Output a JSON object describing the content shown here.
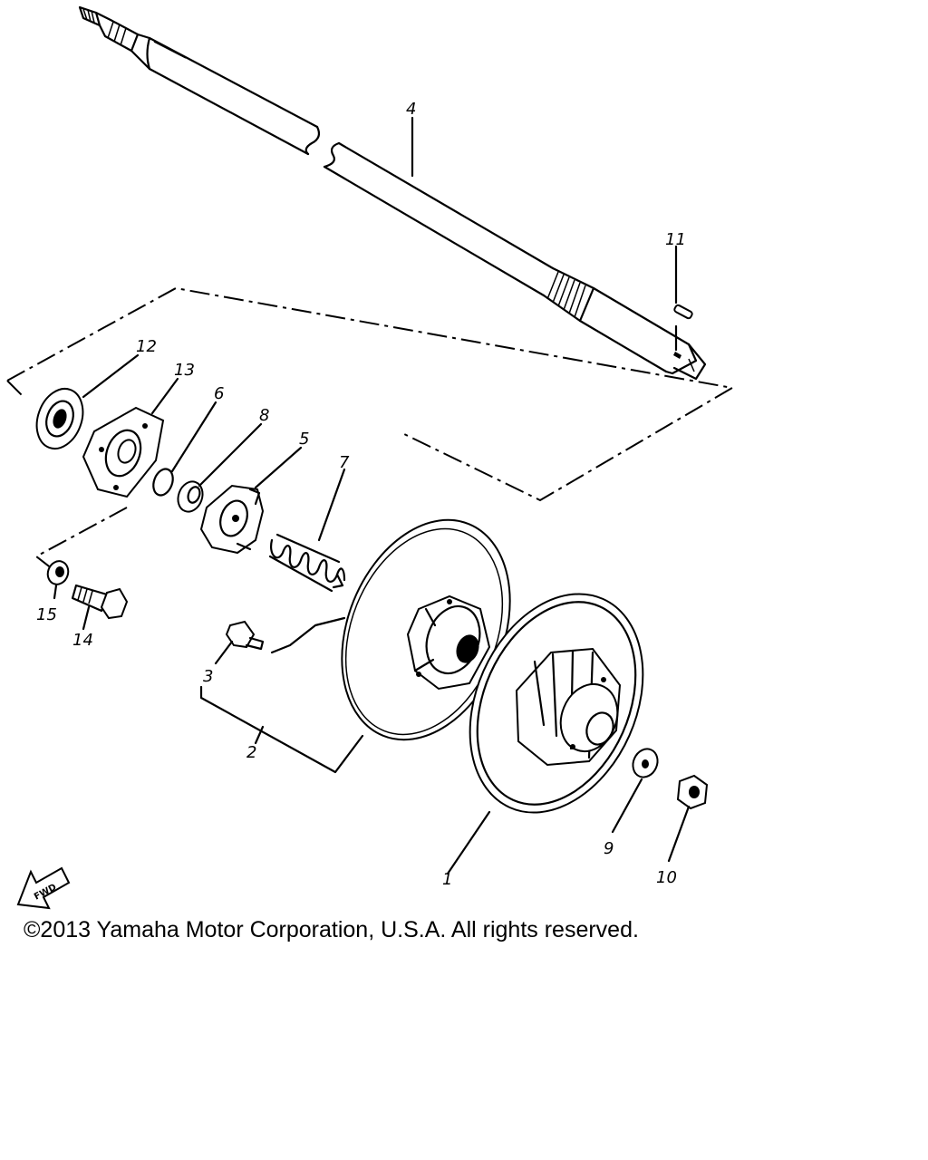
{
  "diagram": {
    "callouts": [
      {
        "id": "1",
        "text": "1"
      },
      {
        "id": "2",
        "text": "2"
      },
      {
        "id": "3",
        "text": "3"
      },
      {
        "id": "4",
        "text": "4"
      },
      {
        "id": "5",
        "text": "5"
      },
      {
        "id": "6",
        "text": "6"
      },
      {
        "id": "7",
        "text": "7"
      },
      {
        "id": "8",
        "text": "8"
      },
      {
        "id": "9",
        "text": "9"
      },
      {
        "id": "10",
        "text": "10"
      },
      {
        "id": "11",
        "text": "11"
      },
      {
        "id": "12",
        "text": "12"
      },
      {
        "id": "13",
        "text": "13"
      },
      {
        "id": "14",
        "text": "14"
      },
      {
        "id": "15",
        "text": "15"
      }
    ],
    "fwd_badge": "FWD"
  },
  "footer": {
    "copyright": "©2013 Yamaha Motor Corporation, U.S.A. All rights reserved."
  }
}
